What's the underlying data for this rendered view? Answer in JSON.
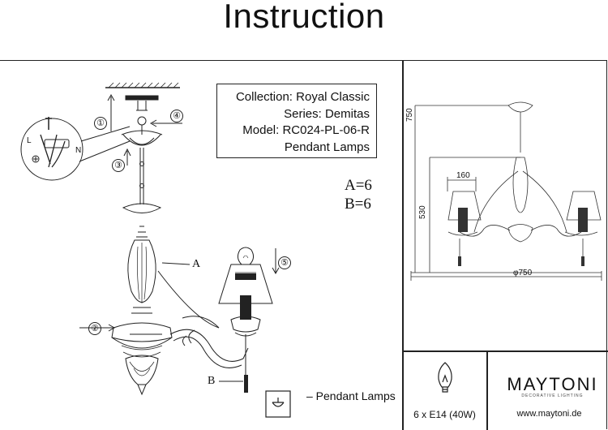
{
  "header": {
    "title": "Instruction"
  },
  "info": {
    "collection": "Collection: Royal Classic",
    "series": "Series: Demitas",
    "model": "Model: RC024-PL-06-R",
    "type": "Pendant Lamps"
  },
  "counts": {
    "a": "A=6",
    "b": "B=6"
  },
  "labels": {
    "step1": "①",
    "step2": "②",
    "step3": "③",
    "step4": "④",
    "step5": "⑤",
    "part_a": "A",
    "part_b": "B",
    "wire_l": "L",
    "wire_n": "N"
  },
  "dims": {
    "width_top": "160",
    "height_total": "750",
    "height_body": "530",
    "diameter": "φ750"
  },
  "legend": {
    "text": "– Pendant Lamps"
  },
  "bulb": {
    "spec": "6 x E14 (40W)"
  },
  "brand": {
    "name": "MAYTONI",
    "tagline": "DECORATIVE LIGHTING",
    "website": "www.maytoni.de"
  }
}
